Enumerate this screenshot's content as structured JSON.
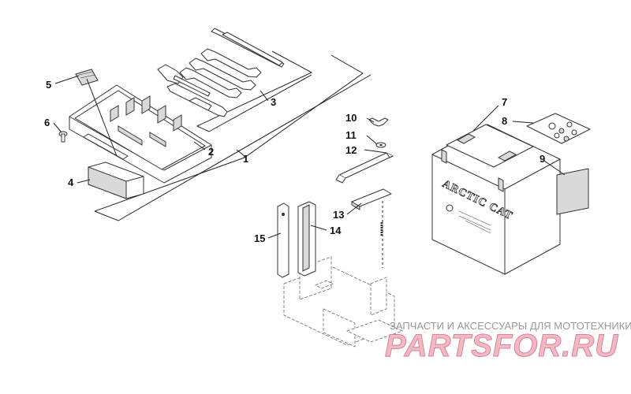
{
  "callouts": {
    "c1": "1",
    "c2": "2",
    "c3": "3",
    "c4": "4",
    "c5": "5",
    "c6": "6",
    "c7": "7",
    "c8": "8",
    "c9": "9",
    "c10": "10",
    "c11": "11",
    "c12": "12",
    "c13": "13",
    "c14": "14",
    "c15": "15"
  },
  "battery_brand": "ARCTIC CAT",
  "watermark": {
    "tagline": "ЗАПЧАСТИ И АКСЕССУАРЫ ДЛЯ МОТОТЕХНИКИ",
    "logo": "PARTSFOR.RU"
  },
  "colors": {
    "line": "#333333",
    "watermark_logo": "#f2b8c4"
  }
}
